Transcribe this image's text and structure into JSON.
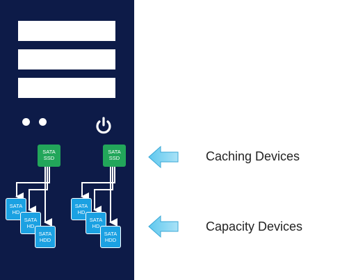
{
  "server": {
    "drive_bays": 3,
    "left_group": {
      "ssd": {
        "line1": "SATA",
        "line2": "SSD"
      },
      "hds": [
        {
          "line1": "SATA",
          "line2": "HD"
        },
        {
          "line1": "SATA",
          "line2": "HD"
        },
        {
          "line1": "SATA",
          "line2": "HDD"
        }
      ]
    },
    "right_group": {
      "ssd": {
        "line1": "SATA",
        "line2": "SSD"
      },
      "hds": [
        {
          "line1": "SATA",
          "line2": "HD"
        },
        {
          "line1": "SATA",
          "line2": "HD"
        },
        {
          "line1": "SATA",
          "line2": "HDD"
        }
      ]
    }
  },
  "labels": {
    "caching": "Caching Devices",
    "capacity": "Capacity Devices"
  },
  "colors": {
    "chassis": "#0d1b48",
    "ssd": "#22a65a",
    "hdd": "#1ba1e2",
    "arrow": "#5fc8ee"
  },
  "icons": [
    "led-icon",
    "power-icon",
    "arrow-left-icon"
  ]
}
